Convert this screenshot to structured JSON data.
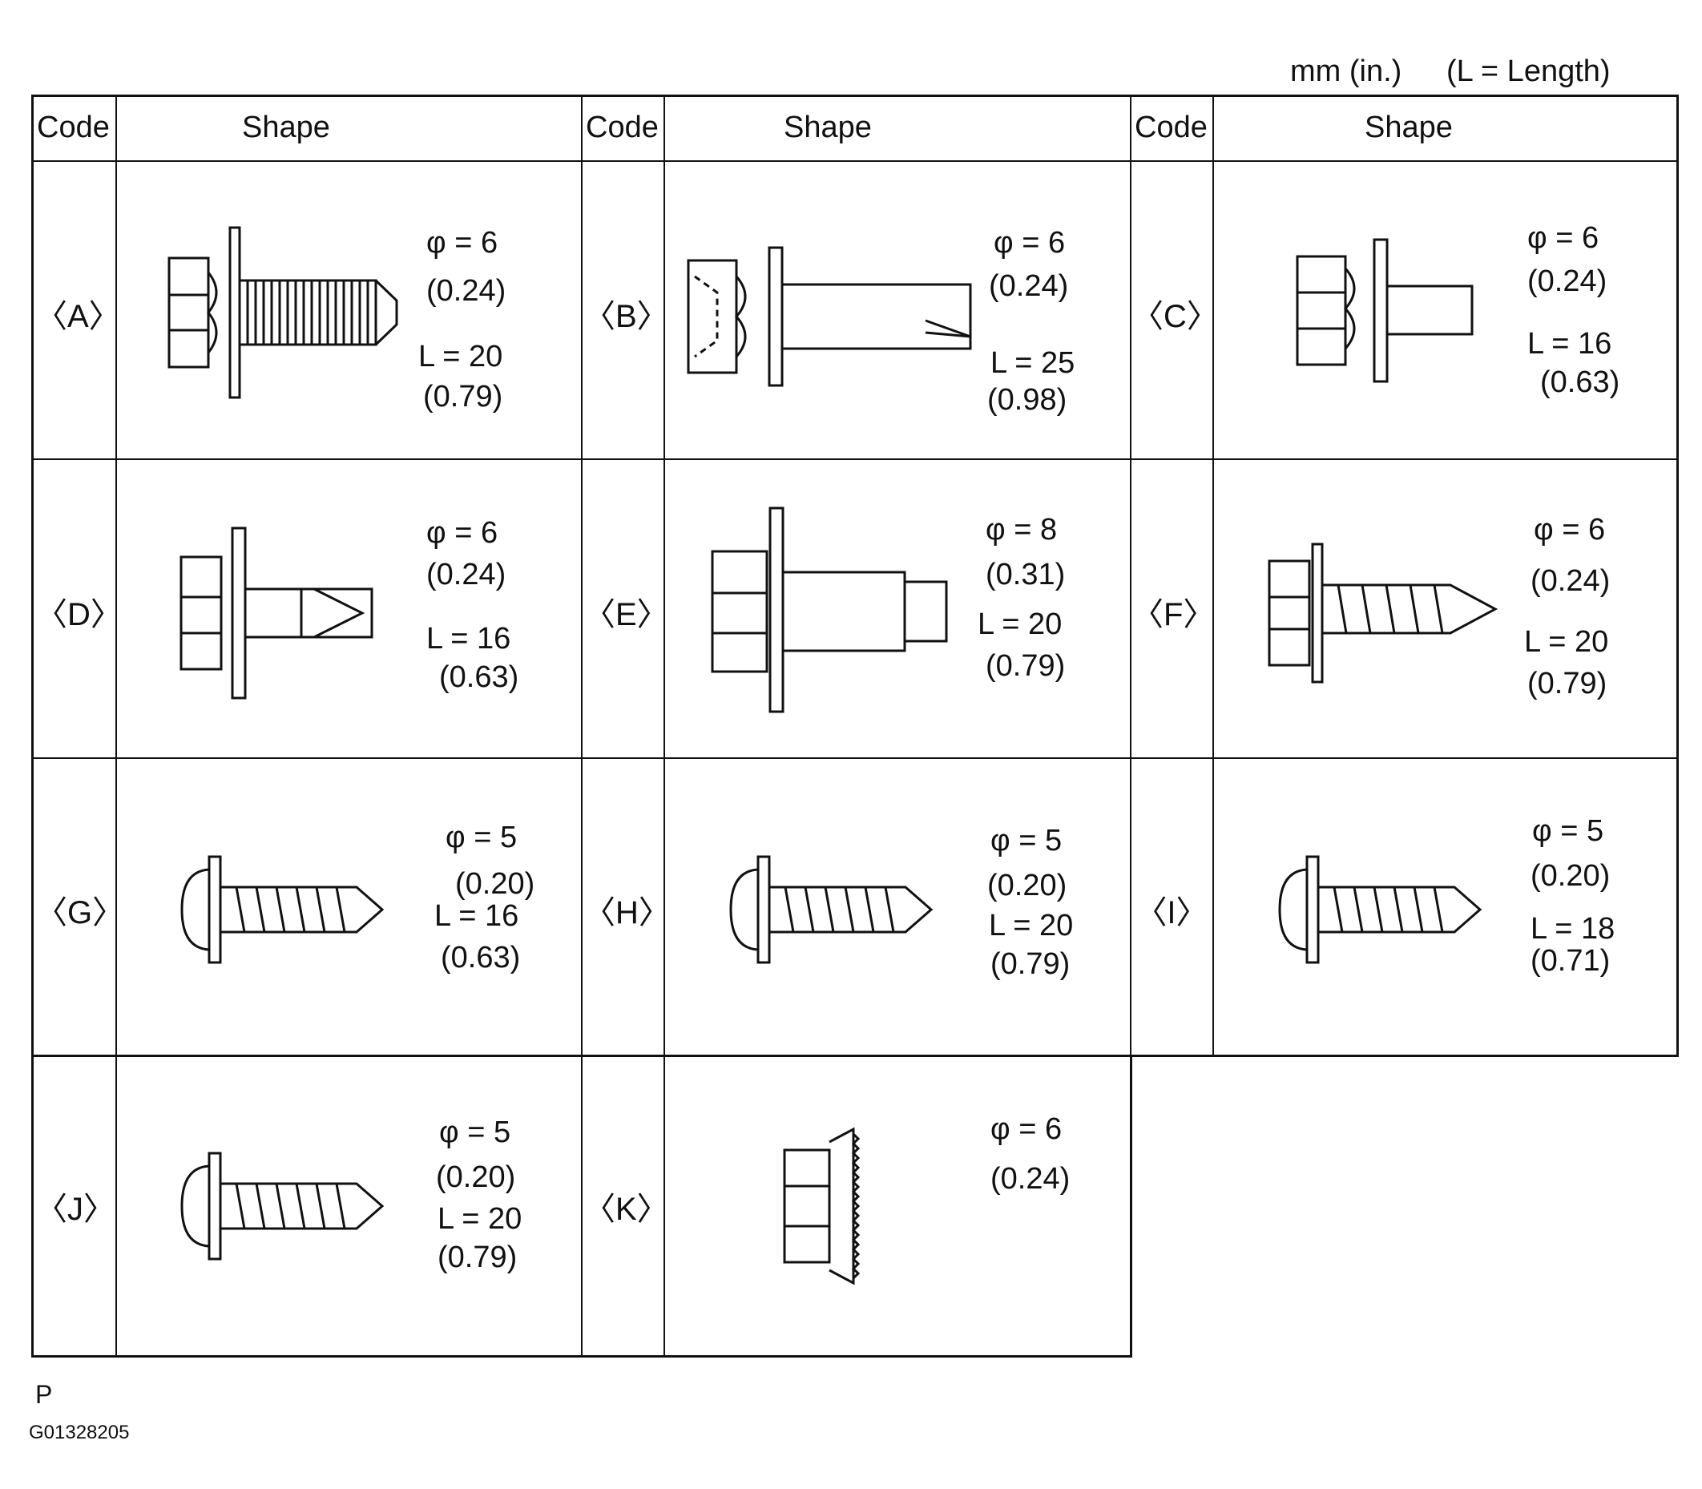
{
  "units_note": {
    "units": "mm (in.)",
    "length_key": "(L = Length)"
  },
  "headers": {
    "code": "Code",
    "shape": "Shape"
  },
  "fasteners": [
    {
      "code": "〈A〉",
      "dia": "φ = 6",
      "dia_in": "(0.24)",
      "len": "L = 20",
      "len_in": "(0.79)",
      "icon": "hex-bolt-spring-washer-icon"
    },
    {
      "code": "〈B〉",
      "dia": "φ = 6",
      "dia_in": "(0.24)",
      "len": "L = 25",
      "len_in": "(0.98)",
      "icon": "hex-bolt-pilot-tip-icon"
    },
    {
      "code": "〈C〉",
      "dia": "φ = 6",
      "dia_in": "(0.24)",
      "len": "L = 16",
      "len_in": "(0.63)",
      "icon": "hex-bolt-short-icon"
    },
    {
      "code": "〈D〉",
      "dia": "φ = 6",
      "dia_in": "(0.24)",
      "len": "L = 16",
      "len_in": "(0.63)",
      "icon": "hex-bolt-self-drilling-icon"
    },
    {
      "code": "〈E〉",
      "dia": "φ = 8",
      "dia_in": "(0.31)",
      "len": "L = 20",
      "len_in": "(0.79)",
      "icon": "hex-flange-bolt-icon"
    },
    {
      "code": "〈F〉",
      "dia": "φ = 6",
      "dia_in": "(0.24)",
      "len": "L = 20",
      "len_in": "(0.79)",
      "icon": "hex-tapping-screw-icon"
    },
    {
      "code": "〈G〉",
      "dia": "φ = 5",
      "dia_in": "(0.20)",
      "len": "L = 16",
      "len_in": "(0.63)",
      "icon": "pan-tapping-screw-icon"
    },
    {
      "code": "〈H〉",
      "dia": "φ = 5",
      "dia_in": "(0.20)",
      "len": "L = 20",
      "len_in": "(0.79)",
      "icon": "pan-tapping-screw-icon"
    },
    {
      "code": "〈I〉",
      "dia": "φ = 5",
      "dia_in": "(0.20)",
      "len": "L = 18",
      "len_in": "(0.71)",
      "icon": "pan-tapping-screw-icon"
    },
    {
      "code": "〈J〉",
      "dia": "φ = 5",
      "dia_in": "(0.20)",
      "len": "L = 20",
      "len_in": "(0.79)",
      "icon": "pan-tapping-screw-icon"
    },
    {
      "code": "〈K〉",
      "dia": "φ = 6",
      "dia_in": "(0.24)",
      "icon": "flange-nut-icon"
    }
  ],
  "footer": {
    "page_letter": "P",
    "figure_id": "G01328205"
  }
}
